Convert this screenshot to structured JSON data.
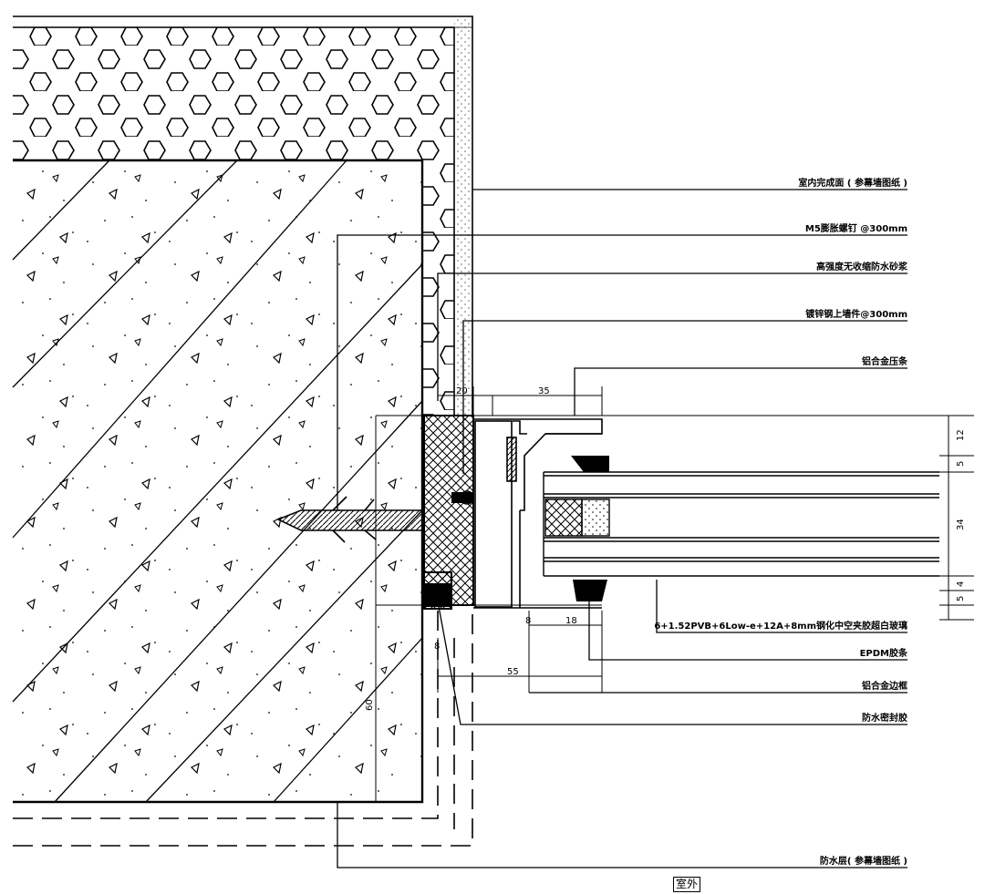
{
  "labels": {
    "indoor_finish": "室内完成面 ( 参幕墙图纸 )",
    "m5_bolt": "M5膨胀螺钉 @300mm",
    "waterproof_mortar": "高强度无收缩防水砂浆",
    "galv_connector": "镀锌钢上墙件@300mm",
    "alu_press_strip": "铝合金压条",
    "glass_spec": "6+1.52PVB+6Low-e+12A+8mm钢化中空夹胶超白玻璃",
    "epdm_strip": "EPDM胶条",
    "alu_frame": "铝合金边框",
    "waterproof_sealant": "防水密封胶",
    "waterproof_layer": "防水层( 参幕墙图纸 )"
  },
  "dimensions": {
    "d20": "20",
    "d35": "35",
    "d12": "12",
    "d5": "5",
    "d34": "34",
    "d4": "4",
    "d5b": "5",
    "d8": "8",
    "d18": "18",
    "d8b": "8",
    "d55": "55",
    "d60": "60"
  },
  "outdoor_tag": "室外"
}
